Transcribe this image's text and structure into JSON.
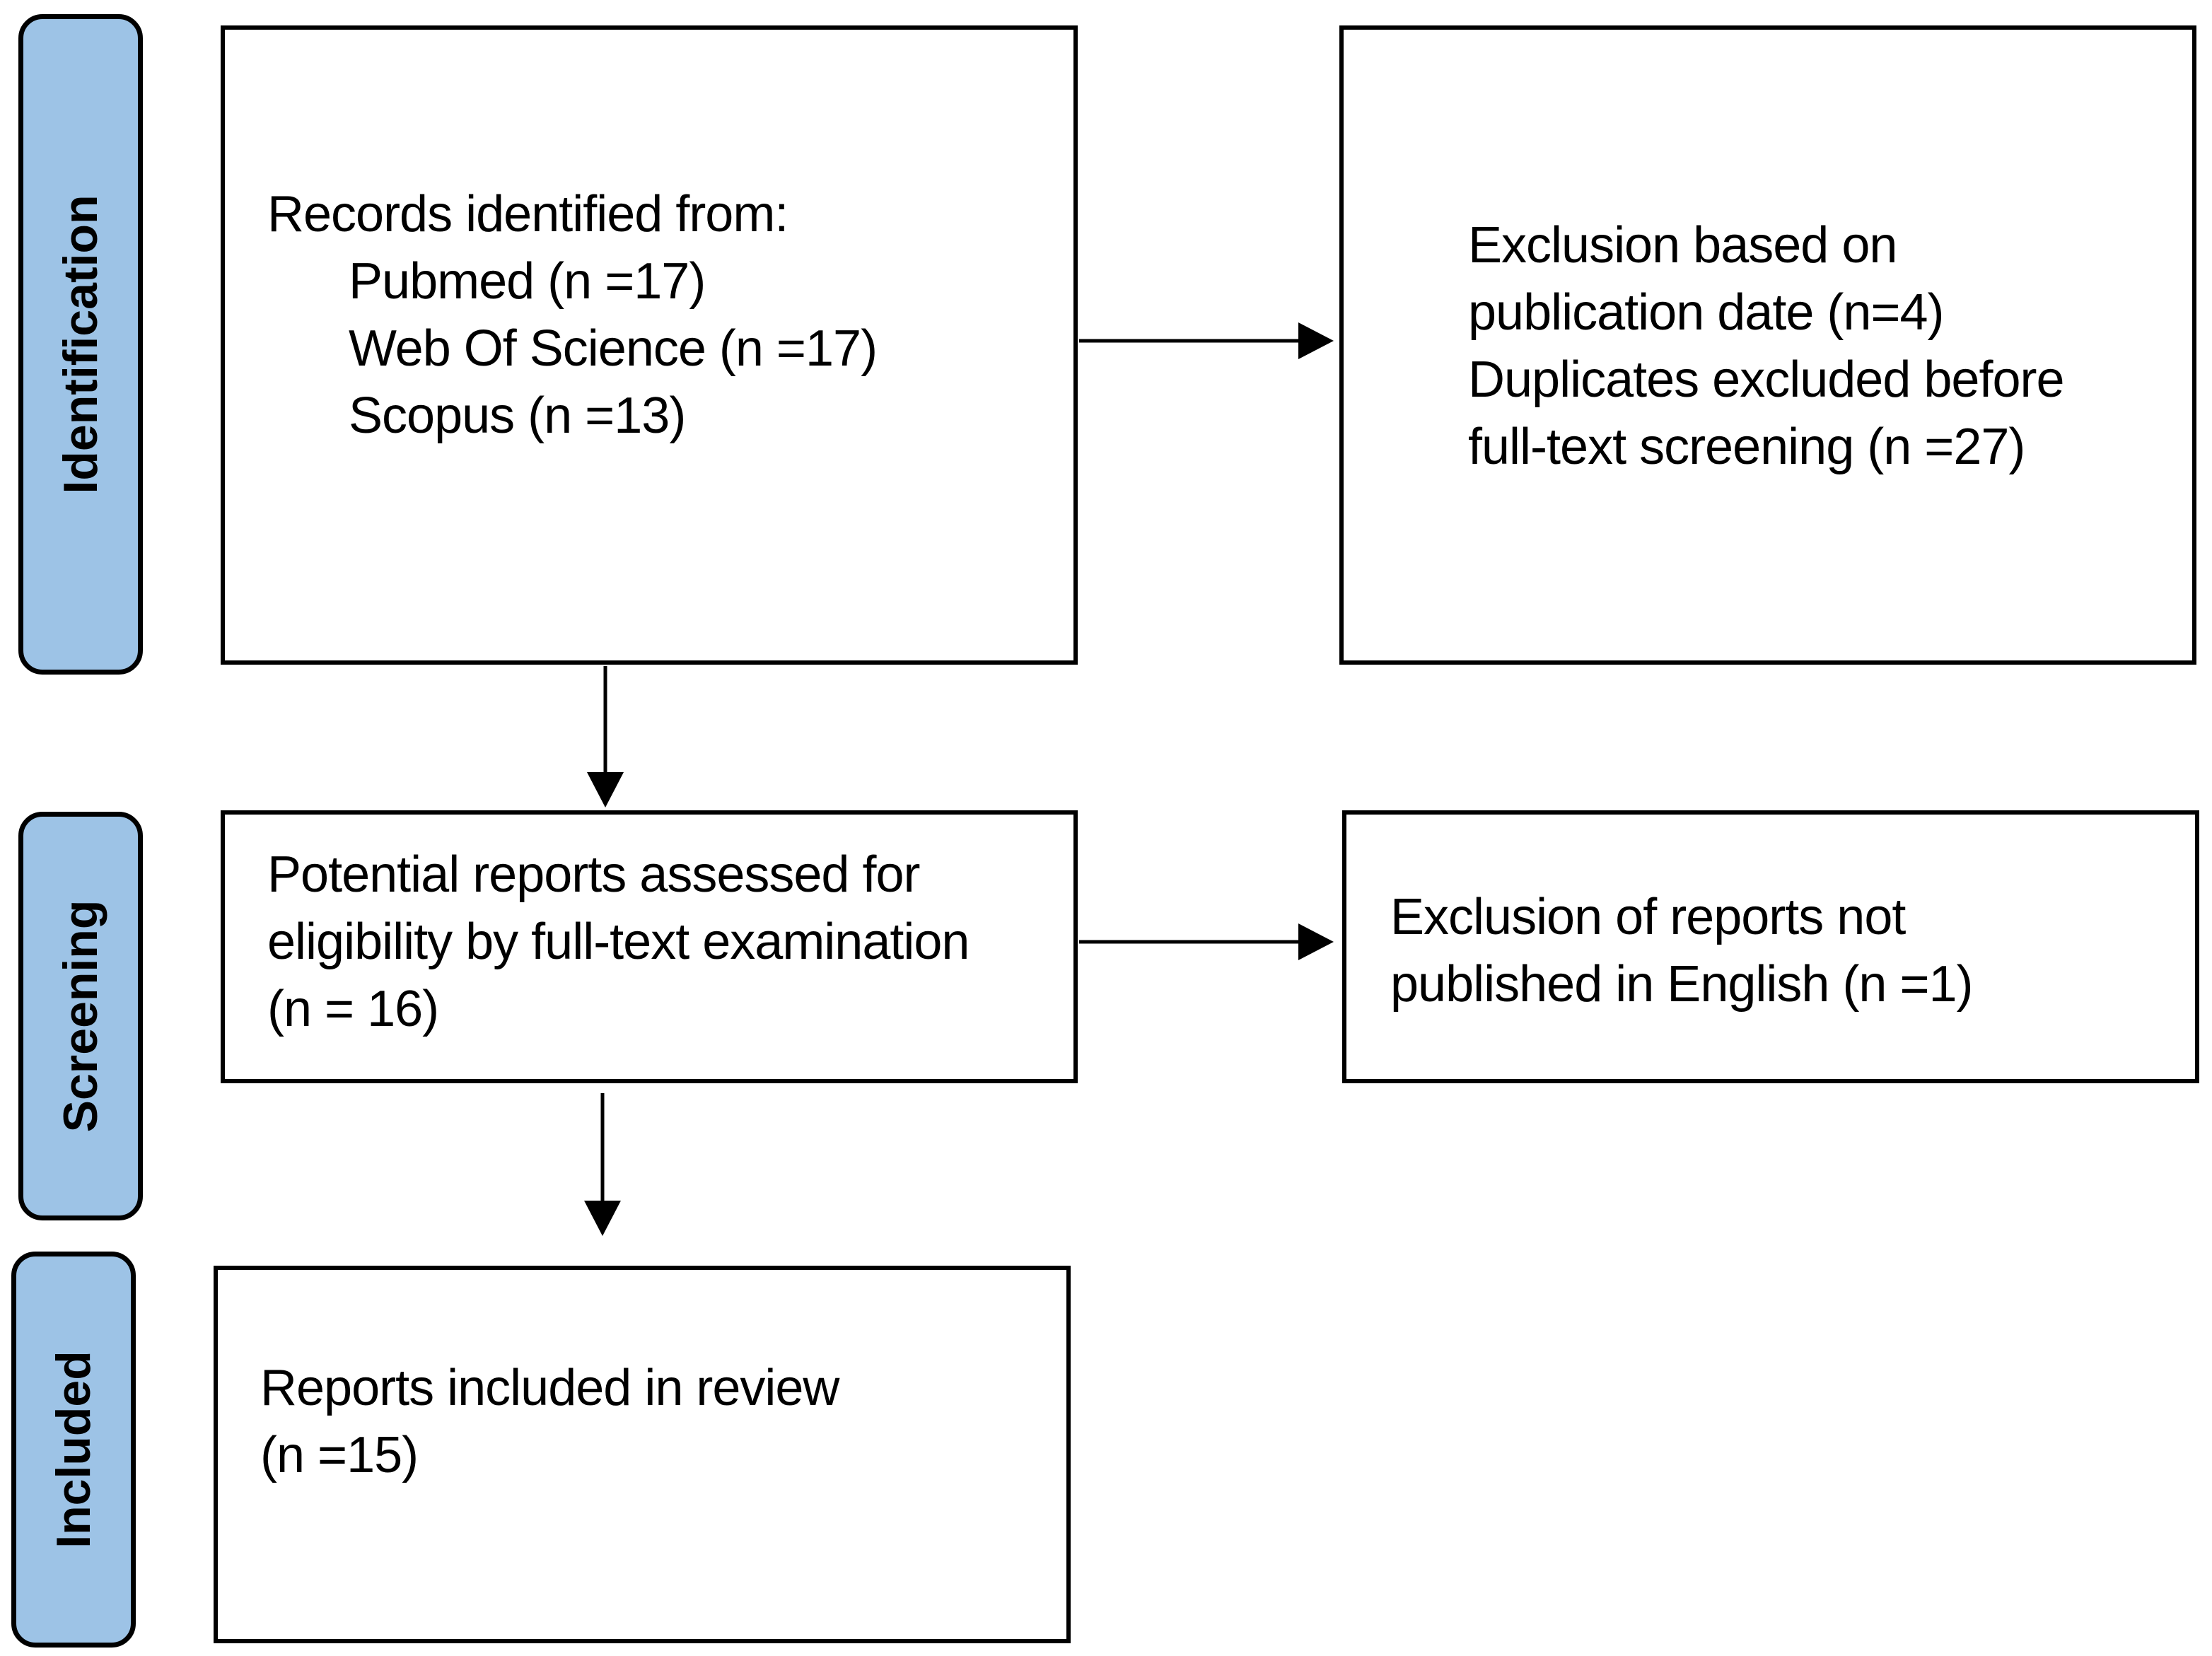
{
  "phases": {
    "identification": "Identification",
    "screening": "Screening",
    "included": "Included"
  },
  "records": {
    "title": "Records identified from:",
    "sources": [
      "Pubmed (n =17)",
      "Web Of Science (n =17)",
      "Scopus (n =13)"
    ]
  },
  "exclusion_date": {
    "lines": [
      "Exclusion based on",
      "publication date (n=4)",
      "Duplicates excluded before",
      "full-text screening (n =27)"
    ]
  },
  "assessed": {
    "lines": [
      "Potential reports assessed for",
      "eligibility by full-text examination",
      "(n = 16)"
    ]
  },
  "exclusion_lang": {
    "lines": [
      "Exclusion of reports not",
      "published in English (n =1)"
    ]
  },
  "included": {
    "lines": [
      "Reports included in review",
      "(n =15)"
    ]
  },
  "colors": {
    "phase_fill": "#9dc3e6",
    "line": "#000000"
  }
}
